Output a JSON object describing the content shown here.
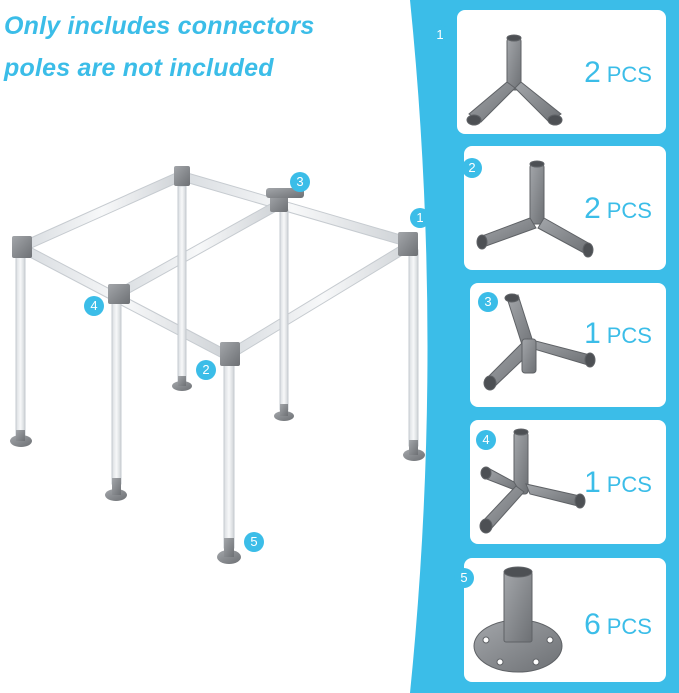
{
  "headline": {
    "line1": "Only includes connectors",
    "line2": "poles are not included"
  },
  "colors": {
    "accent": "#3bbde8",
    "metal": "#8a8d91",
    "pole": "#eef0f2"
  },
  "frame_labels": [
    "1",
    "2",
    "3",
    "4",
    "5"
  ],
  "parts": [
    {
      "badge": "1",
      "count": "2",
      "unit": "PCS",
      "icon": "three-way-corner-connector-icon"
    },
    {
      "badge": "2",
      "count": "2",
      "unit": "PCS",
      "icon": "three-way-corner-connector-icon"
    },
    {
      "badge": "3",
      "count": "1",
      "unit": "PCS",
      "icon": "four-way-top-connector-icon"
    },
    {
      "badge": "4",
      "count": "1",
      "unit": "PCS",
      "icon": "four-way-side-connector-icon"
    },
    {
      "badge": "5",
      "count": "6",
      "unit": "PCS",
      "icon": "foot-base-plate-icon"
    }
  ]
}
